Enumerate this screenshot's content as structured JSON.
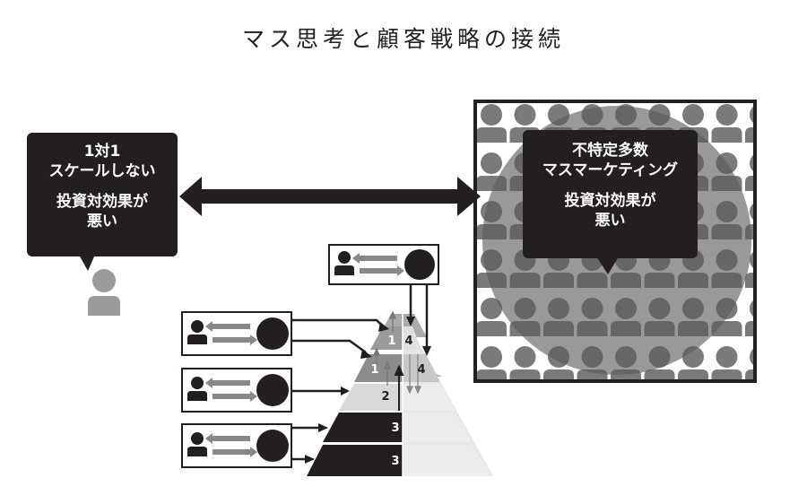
{
  "title": "マス思考と顧客戦略の接続",
  "left_bubble": {
    "line1": "1対1",
    "line2": "スケールしない",
    "line3": "投資対効果が",
    "line4": "悪い"
  },
  "right_bubble": {
    "line1": "不特定多数",
    "line2": "マスマーケティング",
    "line3": "投資対効果が",
    "line4": "悪い"
  },
  "pyramid": {
    "left_labels": [
      "1",
      "1",
      "2",
      "3",
      "3"
    ],
    "right_labels": [
      "4",
      "4"
    ]
  }
}
